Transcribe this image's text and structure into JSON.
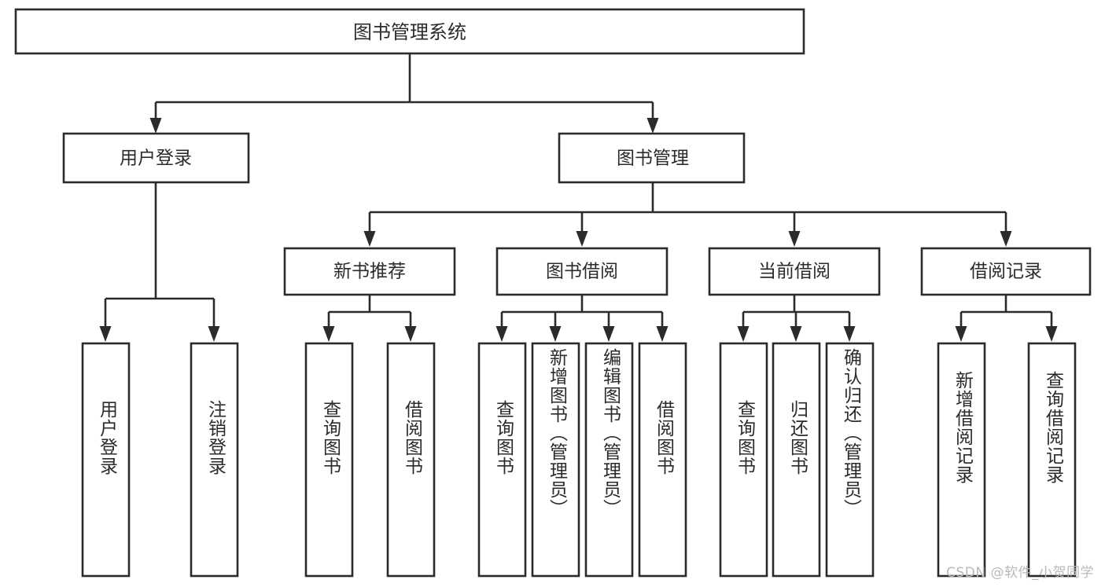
{
  "page": {
    "background": "#ffffff",
    "stroke_color": "#2b2b2b",
    "box_fill": "#ffffff",
    "watermark": "CSDN @软件_小贺同学"
  },
  "diagram": {
    "type": "tree-hierarchy",
    "title": "图书管理系统",
    "orientation": "top-down"
  },
  "nodes": {
    "root": {
      "label": "图书管理系统"
    },
    "level2": [
      {
        "id": "user-login",
        "label": "用户登录"
      },
      {
        "id": "book-manage",
        "label": "图书管理"
      }
    ],
    "level3": [
      {
        "id": "new-book-recommend",
        "label": "新书推荐",
        "parent": "book-manage"
      },
      {
        "id": "book-borrow",
        "label": "图书借阅",
        "parent": "book-manage"
      },
      {
        "id": "current-borrow",
        "label": "当前借阅",
        "parent": "book-manage"
      },
      {
        "id": "borrow-record",
        "label": "借阅记录",
        "parent": "book-manage"
      }
    ],
    "leaves": [
      {
        "id": "leaf-user-login",
        "label": "用户登录",
        "parent": "user-login"
      },
      {
        "id": "leaf-logout",
        "label": "注销登录",
        "parent": "user-login"
      },
      {
        "id": "leaf-query-book-1",
        "label": "查询图书",
        "parent": "new-book-recommend"
      },
      {
        "id": "leaf-borrow-book-1",
        "label": "借阅图书",
        "parent": "new-book-recommend"
      },
      {
        "id": "leaf-query-book-2",
        "label": "查询图书",
        "parent": "book-borrow"
      },
      {
        "id": "leaf-add-book",
        "label": "新增图书（管理员）",
        "parent": "book-borrow"
      },
      {
        "id": "leaf-edit-book",
        "label": "编辑图书（管理员）",
        "parent": "book-borrow"
      },
      {
        "id": "leaf-borrow-book-2",
        "label": "借阅图书",
        "parent": "book-borrow"
      },
      {
        "id": "leaf-query-book-3",
        "label": "查询图书",
        "parent": "current-borrow"
      },
      {
        "id": "leaf-return-book",
        "label": "归还图书",
        "parent": "current-borrow"
      },
      {
        "id": "leaf-confirm-return",
        "label": "确认归还（管理员）",
        "parent": "current-borrow"
      },
      {
        "id": "leaf-add-record",
        "label": "新增借阅记录",
        "parent": "borrow-record"
      },
      {
        "id": "leaf-query-record",
        "label": "查询借阅记录",
        "parent": "borrow-record"
      }
    ]
  }
}
